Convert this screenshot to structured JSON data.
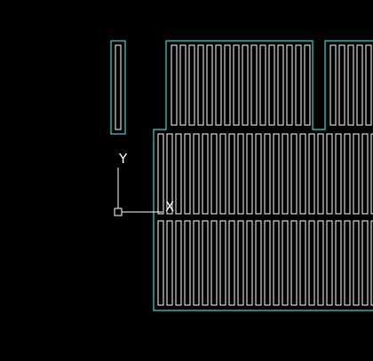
{
  "app": {
    "background": "#000000",
    "outline_color": "#3fd1d1",
    "slot_color": "#ffffff"
  },
  "ucs_icon": {
    "icon": "ucs-axis-icon",
    "y_label": "Y",
    "x_label": "X",
    "color": "#ffffff"
  },
  "drawing": {
    "layer_outline": "boundary",
    "layer_slots": "slots"
  }
}
